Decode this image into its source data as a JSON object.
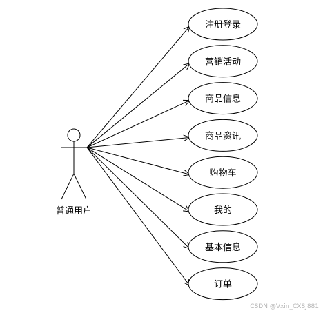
{
  "actor": {
    "label": "普通用户"
  },
  "use_cases": [
    {
      "label": "注册登录"
    },
    {
      "label": "营销活动"
    },
    {
      "label": "商品信息"
    },
    {
      "label": "商品资讯"
    },
    {
      "label": "购物车"
    },
    {
      "label": "我的"
    },
    {
      "label": "基本信息"
    },
    {
      "label": "订单"
    }
  ],
  "watermark": "CSDN @Vxin_CXSJ881",
  "colors": {
    "stroke": "#000000",
    "background": "#ffffff",
    "watermark": "#b5b5b5"
  }
}
